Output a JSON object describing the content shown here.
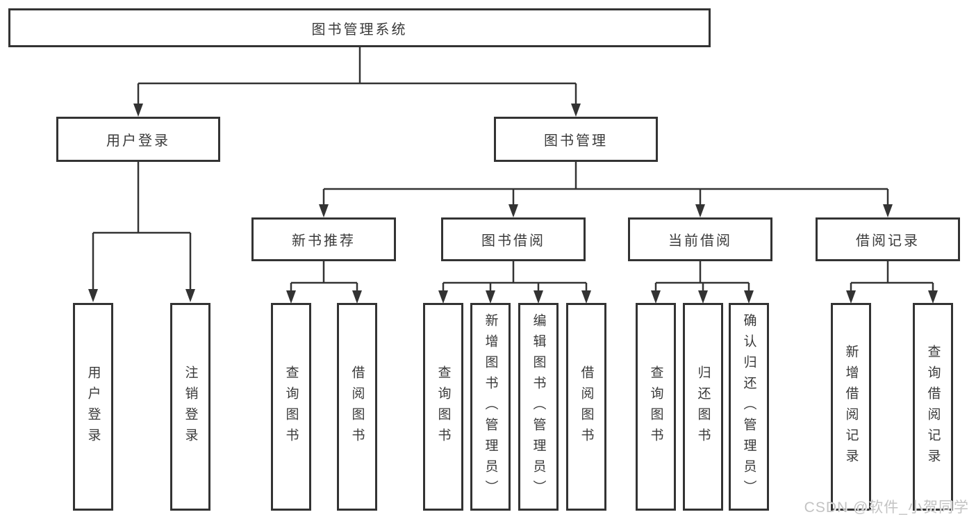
{
  "colors": {
    "line": "#333333",
    "border": "#333333",
    "text": "#3a3a3a",
    "background": "#ffffff",
    "watermark": "#c3c3c3"
  },
  "watermark": {
    "text": "CSDN @软件_小贺同学"
  },
  "tree": {
    "root": {
      "label": "图书管理系统",
      "children": [
        {
          "label": "用户登录",
          "children": [
            {
              "label": "用户登录"
            },
            {
              "label": "注销登录"
            }
          ]
        },
        {
          "label": "图书管理",
          "children": [
            {
              "label": "新书推荐",
              "children": [
                {
                  "label": "查询图书"
                },
                {
                  "label": "借阅图书"
                }
              ]
            },
            {
              "label": "图书借阅",
              "children": [
                {
                  "label": "查询图书"
                },
                {
                  "label": "新增图书（管理员）"
                },
                {
                  "label": "编辑图书（管理员）"
                },
                {
                  "label": "借阅图书"
                }
              ]
            },
            {
              "label": "当前借阅",
              "children": [
                {
                  "label": "查询图书"
                },
                {
                  "label": "归还图书"
                },
                {
                  "label": "确认归还（管理员）"
                }
              ]
            },
            {
              "label": "借阅记录",
              "children": [
                {
                  "label": "新增借阅记录"
                },
                {
                  "label": "查询借阅记录"
                }
              ]
            }
          ]
        }
      ]
    }
  }
}
